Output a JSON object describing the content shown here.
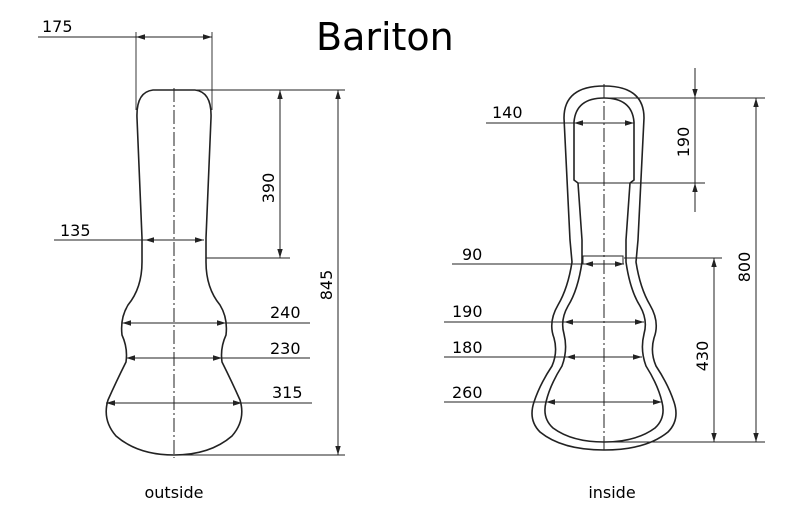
{
  "title": "Bariton",
  "outside": {
    "caption": "outside",
    "dims": {
      "top_width": "175",
      "neck_width": "135",
      "upper_bout": "240",
      "waist": "230",
      "lower_bout": "315",
      "neck_length": "390",
      "total_length": "845"
    }
  },
  "inside": {
    "caption": "inside",
    "dims": {
      "pocket_width": "140",
      "pocket_length": "190",
      "neck_width": "90",
      "upper_bout": "190",
      "waist": "180",
      "lower_bout": "260",
      "body_length": "430",
      "total_length": "800"
    }
  }
}
